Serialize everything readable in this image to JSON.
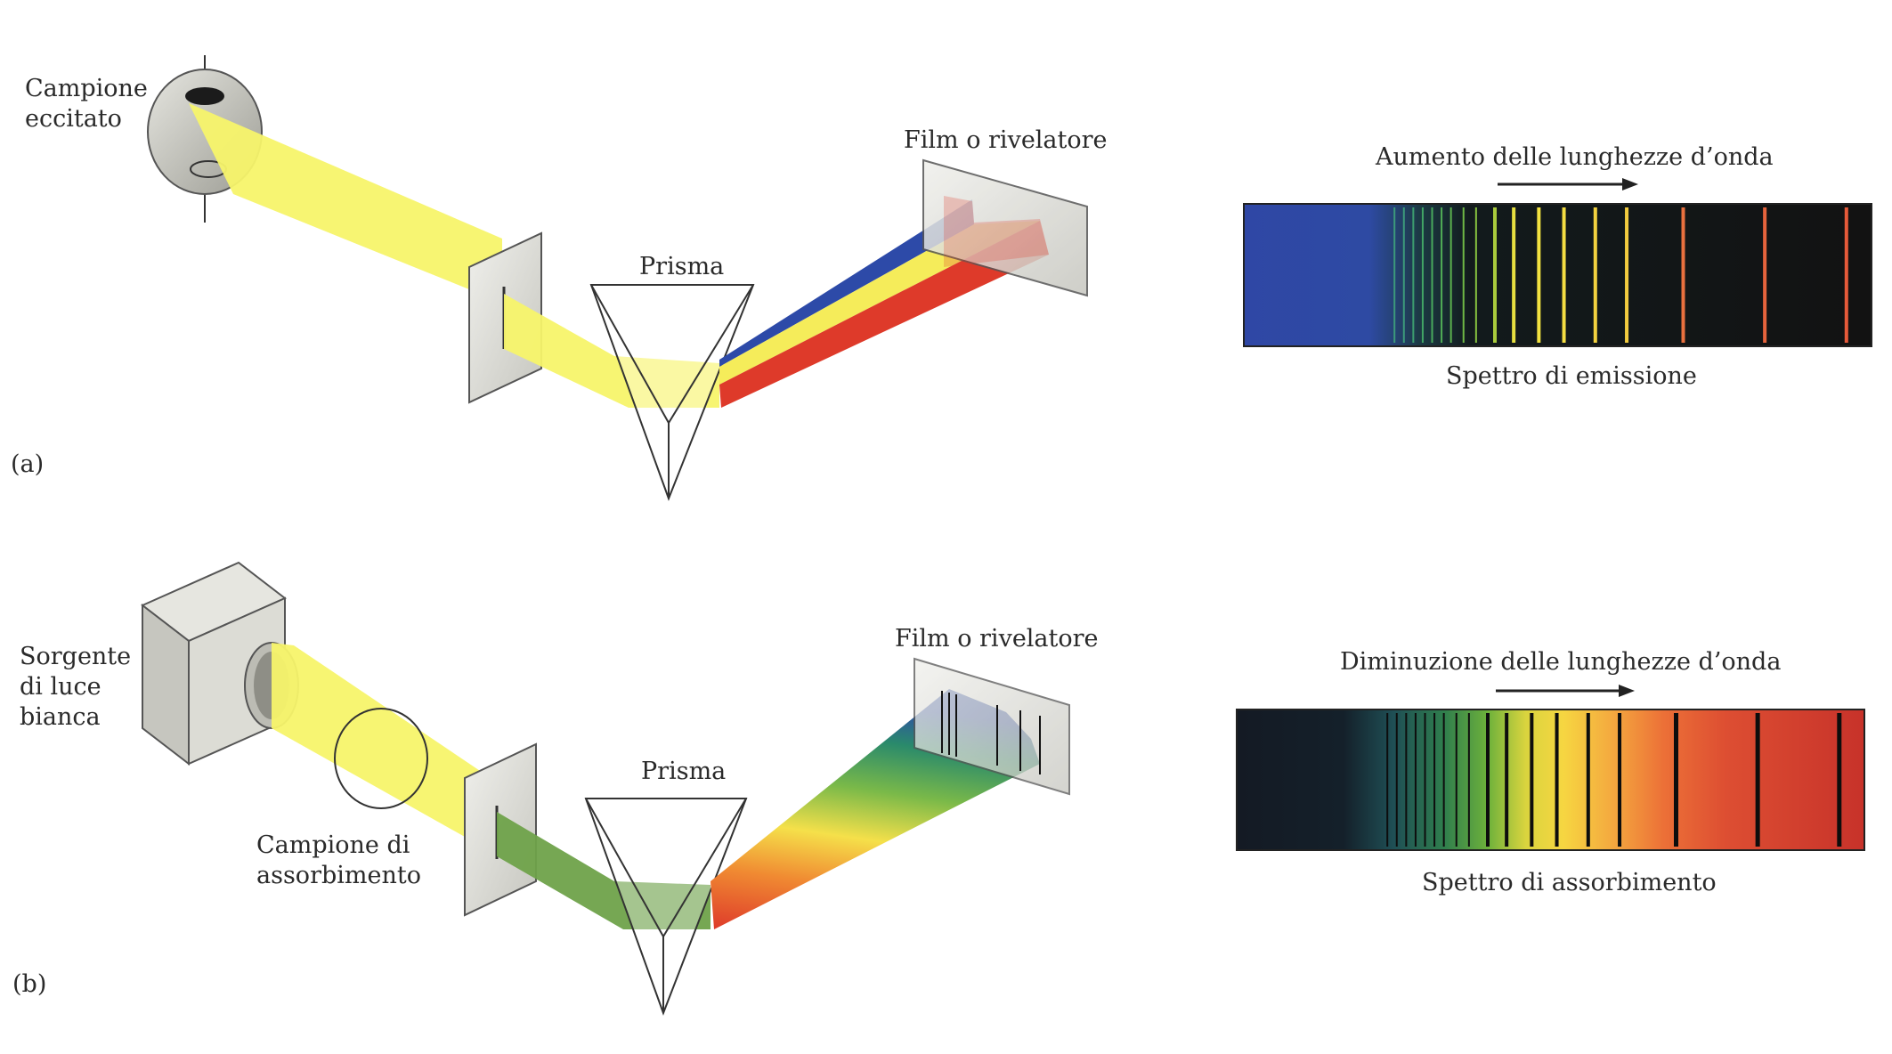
{
  "panels": {
    "a": {
      "id_label": "(a)",
      "source_label": [
        "Campione",
        "eccitato"
      ],
      "prism_label": "Prisma",
      "detector_label": "Film o rivelatore",
      "arrow_label": "Aumento delle lunghezze d’onda",
      "spectrum_label": "Spettro di emissione",
      "beam_color": "#f7f46a",
      "spectrum_lines": [
        0.24,
        0.255,
        0.27,
        0.285,
        0.3,
        0.315,
        0.33,
        0.35,
        0.37,
        0.4,
        0.43,
        0.47,
        0.51,
        0.56,
        0.61,
        0.7,
        0.83,
        0.96
      ],
      "line_colors": [
        "#3c9a7a",
        "#3c9a7a",
        "#3d9f6f",
        "#42a565",
        "#48aa5c",
        "#50ae55",
        "#5cb24e",
        "#6fb845",
        "#86c13f",
        "#a9cb3c",
        "#e6df40",
        "#f2e240",
        "#f4dd42",
        "#f3d23f",
        "#f3cc3f",
        "#e8703e",
        "#e5633c",
        "#e65a3a"
      ]
    },
    "b": {
      "id_label": "(b)",
      "source_label": [
        "Sorgente",
        "di luce",
        "bianca"
      ],
      "sample_label": [
        "Campione di",
        "assorbimento"
      ],
      "prism_label": "Prisma",
      "detector_label": "Film o rivelatore",
      "arrow_label": "Diminuzione delle lunghezze d’onda",
      "spectrum_label": "Spettro di assorbimento",
      "beam_color": "#f7f46a",
      "filtered_color": "#6fa24a",
      "spectrum_lines": [
        0.24,
        0.255,
        0.27,
        0.285,
        0.3,
        0.315,
        0.33,
        0.35,
        0.37,
        0.4,
        0.43,
        0.47,
        0.51,
        0.56,
        0.61,
        0.7,
        0.83,
        0.96
      ]
    }
  }
}
